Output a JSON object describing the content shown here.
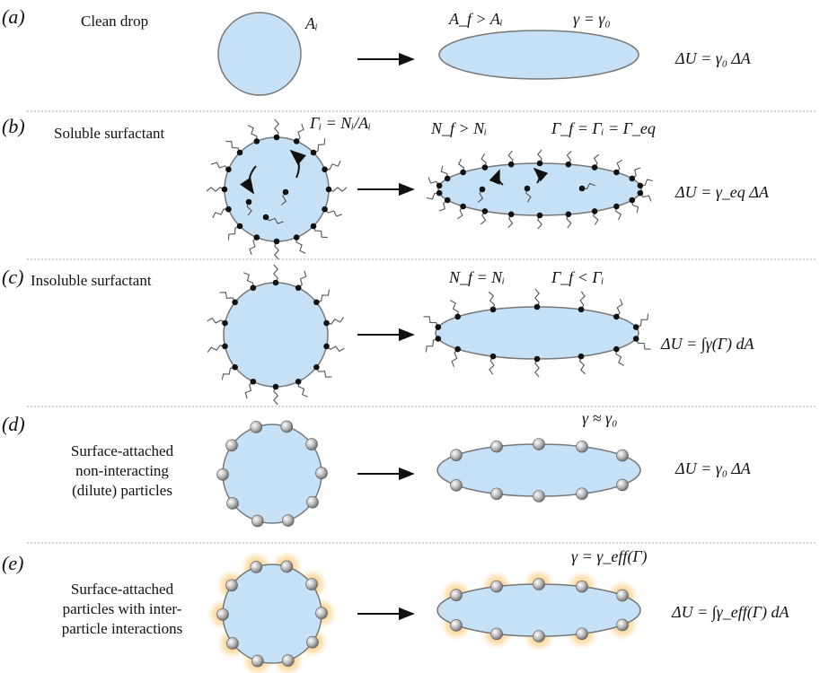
{
  "panels": [
    {
      "id": "a",
      "label": "(a)",
      "desc": [
        "Clean drop"
      ],
      "ann_left": "Aᵢ",
      "ann_mid": "A_f > Aᵢ",
      "ann_right": "γ = γ₀",
      "energy": "ΔU = γ₀ ΔA"
    },
    {
      "id": "b",
      "label": "(b)",
      "desc": [
        "Soluble surfactant"
      ],
      "ann_left": "Γᵢ = Nᵢ/Aᵢ",
      "ann_mid": "N_f > Nᵢ",
      "ann_right": "Γ_f = Γᵢ = Γ_eq",
      "energy": "ΔU = γ_eq ΔA"
    },
    {
      "id": "c",
      "label": "(c)",
      "desc": [
        "Insoluble surfactant"
      ],
      "ann_left": "",
      "ann_mid": "N_f = Nᵢ",
      "ann_right": "Γ_f < Γᵢ",
      "energy": "ΔU = ∫γ(Γ) dA"
    },
    {
      "id": "d",
      "label": "(d)",
      "desc": [
        "Surface-attached",
        "non-interacting",
        "(dilute) particles"
      ],
      "ann_left": "",
      "ann_mid": "",
      "ann_right": "γ ≈ γ₀",
      "energy": "ΔU = γ₀ ΔA"
    },
    {
      "id": "e",
      "label": "(e)",
      "desc": [
        "Surface-attached",
        "particles with inter-",
        "particle interactions"
      ],
      "ann_left": "",
      "ann_mid": "",
      "ann_right": "γ = γ_eff(Γ)",
      "energy": "ΔU = ∫γ_eff(Γ) dA"
    }
  ],
  "colors": {
    "drop_fill": "#c6e1f6",
    "glow": "#f5a623",
    "particle": "#9a9a9a"
  }
}
